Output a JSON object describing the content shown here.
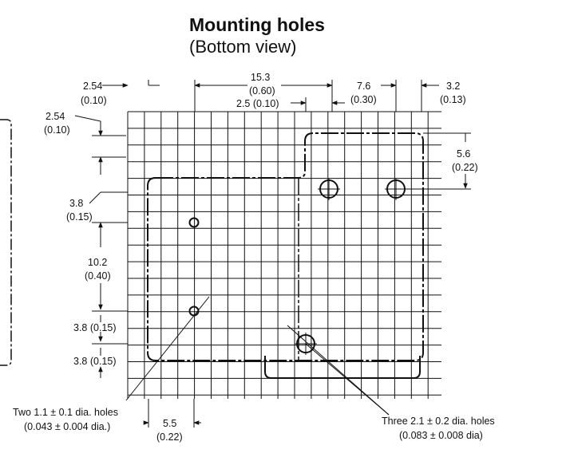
{
  "title": "Mounting holes",
  "subtitle": "(Bottom view)",
  "dimensions": {
    "d_2_54_top": {
      "value": "2.54",
      "inch": "(0.10)"
    },
    "d_15_3": {
      "value": "15.3",
      "inch": "(0.60)"
    },
    "d_2_5": {
      "value": "2.5 (0.10)"
    },
    "d_7_6": {
      "value": "7.6",
      "inch": "(0.30)"
    },
    "d_3_2": {
      "value": "3.2",
      "inch": "(0.13)"
    },
    "d_2_54_left": {
      "value": "2.54",
      "inch": "(0.10)"
    },
    "d_5_6": {
      "value": "5.6",
      "inch": "(0.22)"
    },
    "d_3_8_a": {
      "value": "3.8",
      "inch": "(0.15)"
    },
    "d_10_2": {
      "value": "10.2",
      "inch": "(0.40)"
    },
    "d_3_8_b": {
      "value": "3.8 (0.15)"
    },
    "d_3_8_c": {
      "value": "3.8 (0.15)"
    },
    "d_5_5": {
      "value": "5.5",
      "inch": "(0.22)"
    }
  },
  "notes": {
    "small_holes": {
      "line1": "Two 1.1 ± 0.1 dia. holes",
      "line2": "(0.043 ± 0.004 dia.)"
    },
    "large_holes": {
      "line1": "Three 2.1 ± 0.2 dia. holes",
      "line2": "(0.083 ± 0.008 dia)"
    }
  }
}
